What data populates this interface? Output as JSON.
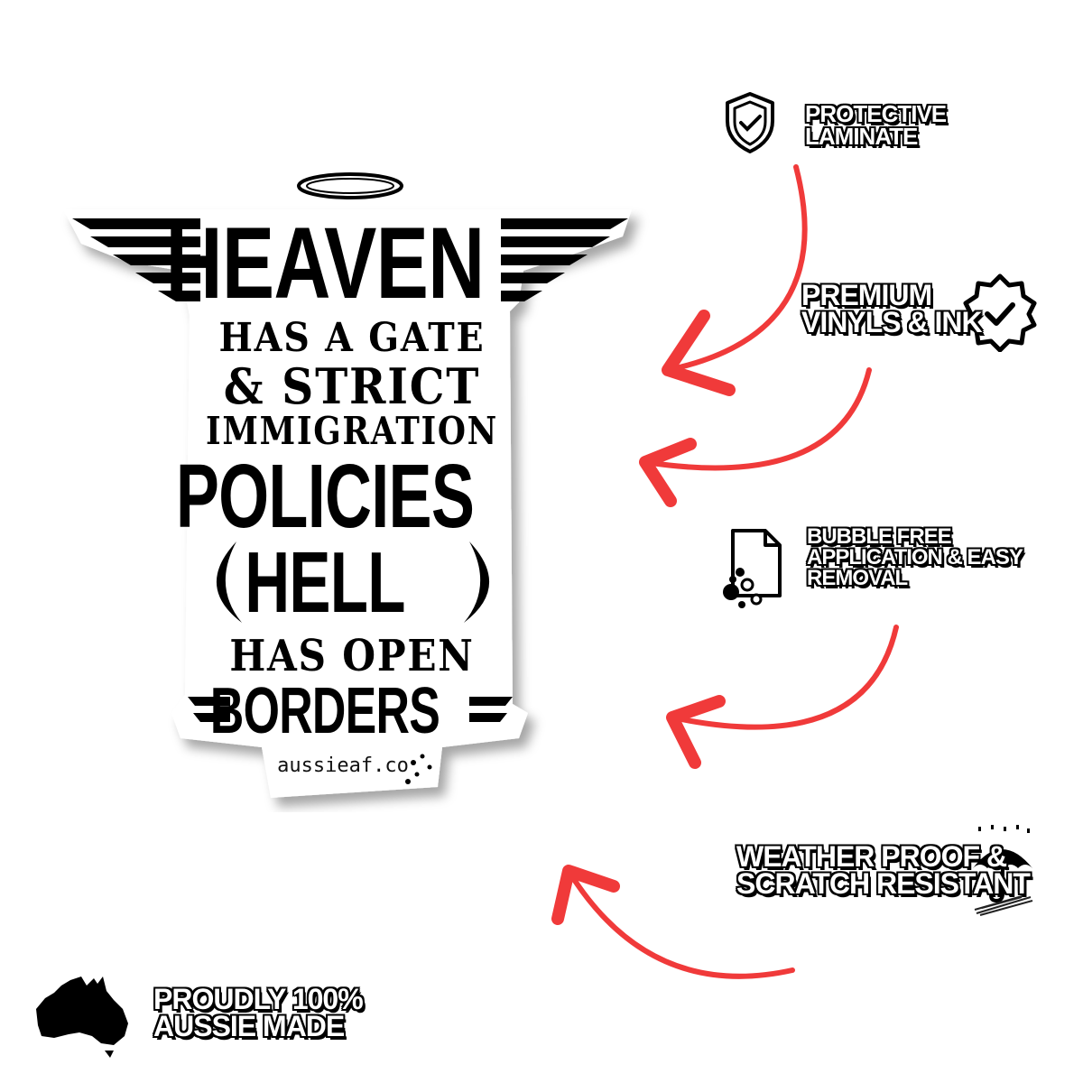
{
  "sticker": {
    "line_heaven": "HEAVEN",
    "line_has_a_gate": "HAS A GATE",
    "line_strict": "& STRICT",
    "line_immigration": "IMMIGRATION",
    "line_policies": "POLICIES",
    "line_hell": "HELL",
    "line_has_open": "HAS OPEN",
    "line_borders": "BORDERS",
    "brand": "aussieaf.co"
  },
  "features": {
    "laminate": {
      "line1": "PROTECTIVE",
      "line2": "LAMINATE",
      "icon": "shield-check-icon"
    },
    "vinyl": {
      "line1": "PREMIUM",
      "line2": "VINYLS & INK",
      "icon": "badge-check-icon"
    },
    "bubble": {
      "line1": "BUBBLE FREE",
      "line2": "APPLICATION & EASY",
      "line3": "REMOVAL",
      "icon": "document-bubbles-icon"
    },
    "weather": {
      "line1": "WEATHER PROOF &",
      "line2": "SCRATCH RESISTANT",
      "icon": "umbrella-rain-icon"
    },
    "aussie": {
      "line1": "PROUDLY 100%",
      "line2": "AUSSIE MADE",
      "icon": "australia-map-icon"
    }
  },
  "colors": {
    "arrow": "#f03a3a",
    "ink": "#000000",
    "background": "#ffffff"
  }
}
